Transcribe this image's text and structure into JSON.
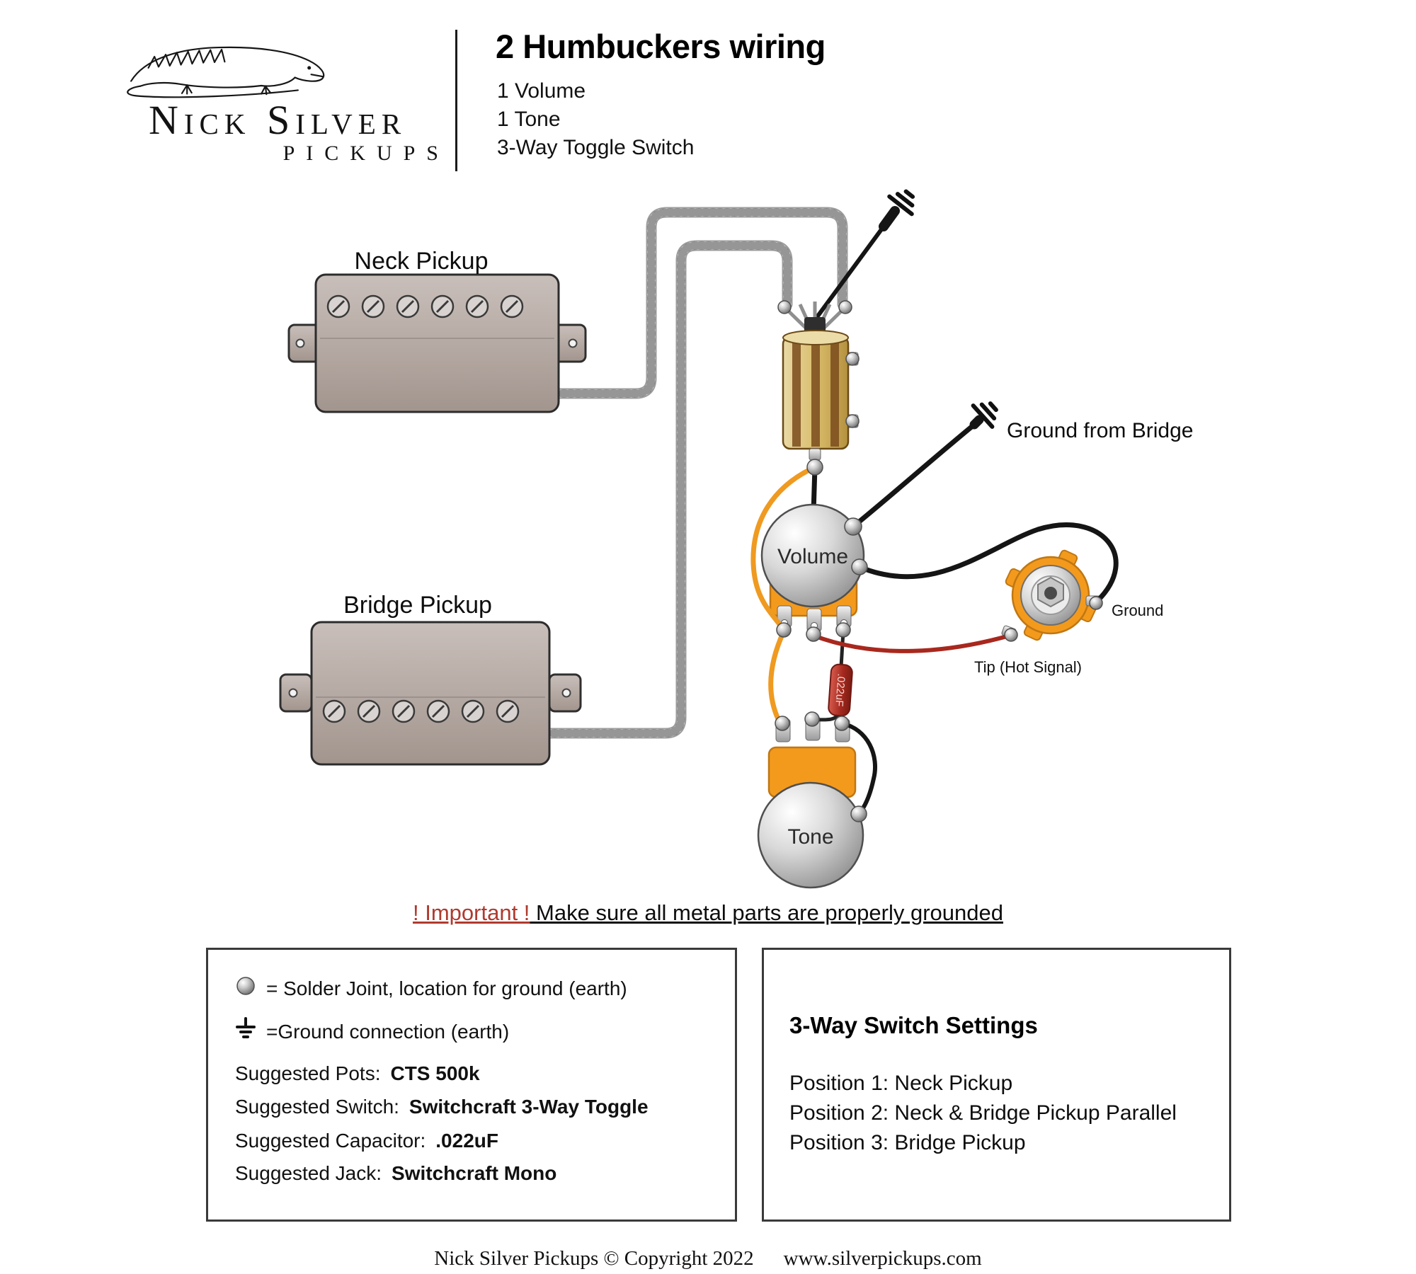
{
  "header": {
    "logo": {
      "line1": "Nick Silver",
      "line2": "PICKUPS"
    },
    "title": "2 Humbuckers wiring",
    "subtitle_lines": [
      "1 Volume",
      "1 Tone",
      "3-Way Toggle Switch"
    ]
  },
  "diagram": {
    "neck_pickup_label": "Neck Pickup",
    "bridge_pickup_label": "Bridge Pickup",
    "volume_label": "Volume",
    "tone_label": "Tone",
    "ground_from_bridge_label": "Ground from Bridge",
    "jack_ground_label": "Ground",
    "jack_tip_label": "Tip (Hot Signal)",
    "capacitor_label": ".022uF"
  },
  "warning": {
    "highlight": "! Important !",
    "text": " Make sure all metal parts are properly grounded",
    "highlight_color": "#b03a2e"
  },
  "legend": {
    "solder_item": "= Solder Joint, location for ground (earth)",
    "ground_item": "=Ground connection (earth)",
    "suggestions": [
      {
        "label": "Suggested Pots: ",
        "value": "CTS 500k"
      },
      {
        "label": "Suggested Switch: ",
        "value": "Switchcraft 3-Way Toggle"
      },
      {
        "label": "Suggested Capacitor: ",
        "value": ".022uF"
      },
      {
        "label": "Suggested Jack: ",
        "value": "Switchcraft Mono"
      }
    ]
  },
  "switch_settings": {
    "title": "3-Way Switch Settings",
    "positions": [
      "Position 1: Neck Pickup",
      "Position 2: Neck & Bridge Pickup Parallel",
      "Position 3: Bridge Pickup"
    ]
  },
  "footer": {
    "copyright": "Nick Silver Pickups © Copyright 2022",
    "website": "www.silverpickups.com"
  },
  "colors": {
    "pot_wafer_orange": "#f39a1d",
    "hot_wire_red": "#a8281e",
    "ground_wire_black": "#151515",
    "braid_gray": "#9c9c9c"
  }
}
